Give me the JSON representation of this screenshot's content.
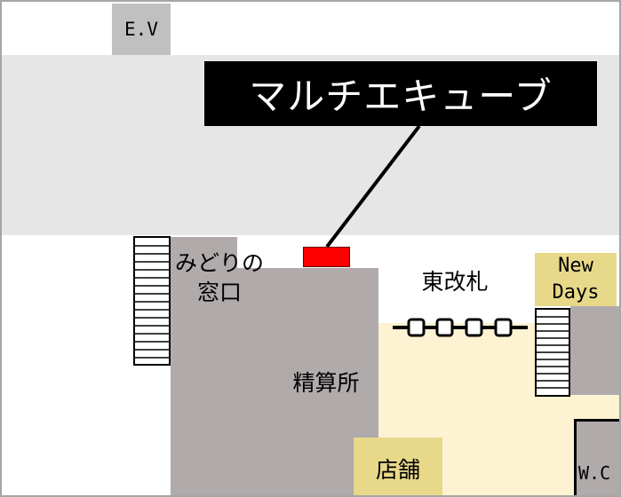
{
  "labels": {
    "elevator": "E.V",
    "multi_cube": "マルチエキューブ",
    "midori_window": "みどりの\n窓口",
    "east_gate": "東改札",
    "newdays": "New\nDays",
    "fare_adjustment": "精算所",
    "shop": "店舗",
    "wc": "W.C"
  },
  "colors": {
    "concourse": "#e6e6e6",
    "office": "#b0aaaa",
    "paid_area": "#fdf2d2",
    "shop_fill": "#e8d88a",
    "callout_bg": "#000000",
    "callout_text": "#ffffff",
    "marker": "#ff0000",
    "ev_fill": "#c0c0c0"
  }
}
